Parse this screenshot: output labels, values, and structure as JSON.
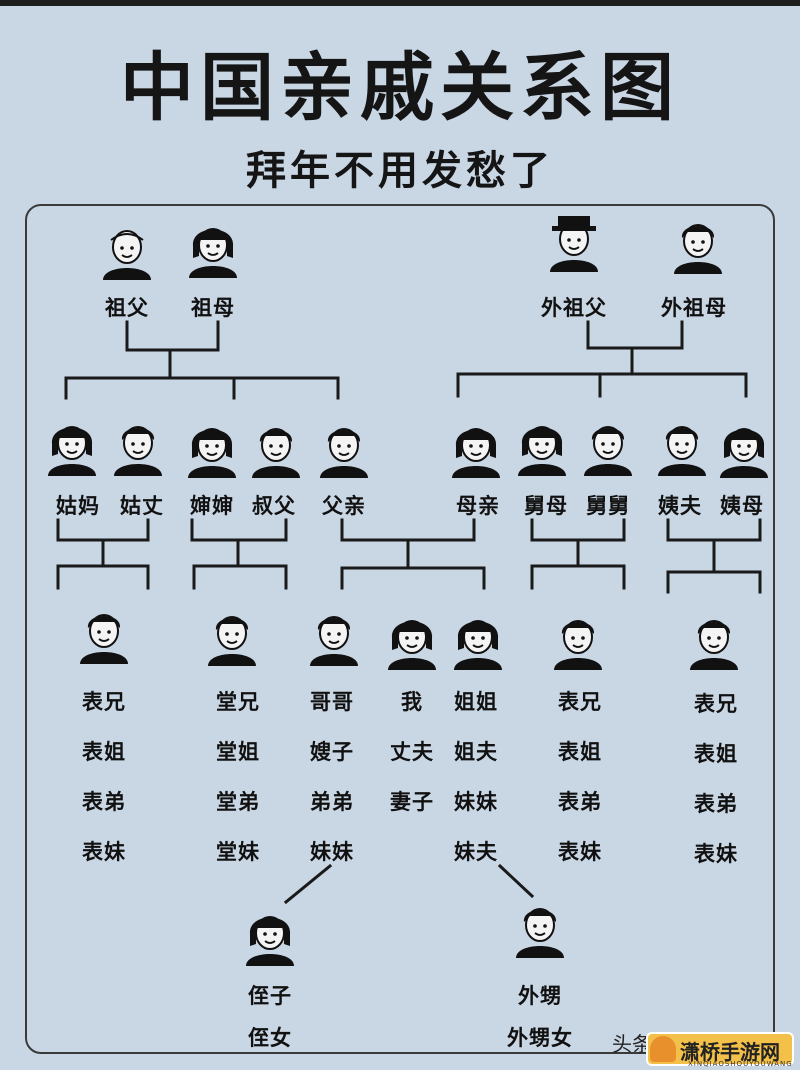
{
  "header": {
    "title": "中国亲戚关系图",
    "subtitle": "拜年不用发愁了"
  },
  "people": {
    "grandfather": "祖父",
    "grandmother": "祖母",
    "maternal_grandfather": "外祖父",
    "maternal_grandmother": "外祖母",
    "paternal_aunt": "姑妈",
    "paternal_aunt_husband": "姑丈",
    "uncle_wife": "婶婶",
    "paternal_uncle": "叔父",
    "father": "父亲",
    "mother": "母亲",
    "maternal_uncle_wife": "舅母",
    "maternal_uncle": "舅舅",
    "maternal_aunt_husband": "姨夫",
    "maternal_aunt": "姨母"
  },
  "children": {
    "aunt_kids": [
      "表兄",
      "表姐",
      "表弟",
      "表妹"
    ],
    "uncle_kids": [
      "堂兄",
      "堂姐",
      "堂弟",
      "堂妹"
    ],
    "brother_col": [
      "哥哥",
      "嫂子",
      "弟弟",
      "妹妹"
    ],
    "me_col": [
      "我",
      "丈夫",
      "妻子"
    ],
    "sister_col": [
      "姐姐",
      "姐夫",
      "妹妹",
      "妹夫"
    ],
    "mat_uncle_kids": [
      "表兄",
      "表姐",
      "表弟",
      "表妹"
    ],
    "mat_aunt_kids": [
      "表兄",
      "表姐",
      "表弟",
      "表妹"
    ]
  },
  "grandchildren": {
    "nephew_niece": [
      "侄子",
      "侄女"
    ],
    "sister_kids": [
      "外甥",
      "外甥女"
    ]
  },
  "watermark": {
    "source": "头条",
    "logo_text": "潇桥手游网",
    "logo_small": "XINQIAOSHOUYOUWANG"
  },
  "colors": {
    "background": "#c9d6e4",
    "ink": "#111111",
    "frame": "#3a3a3a"
  }
}
